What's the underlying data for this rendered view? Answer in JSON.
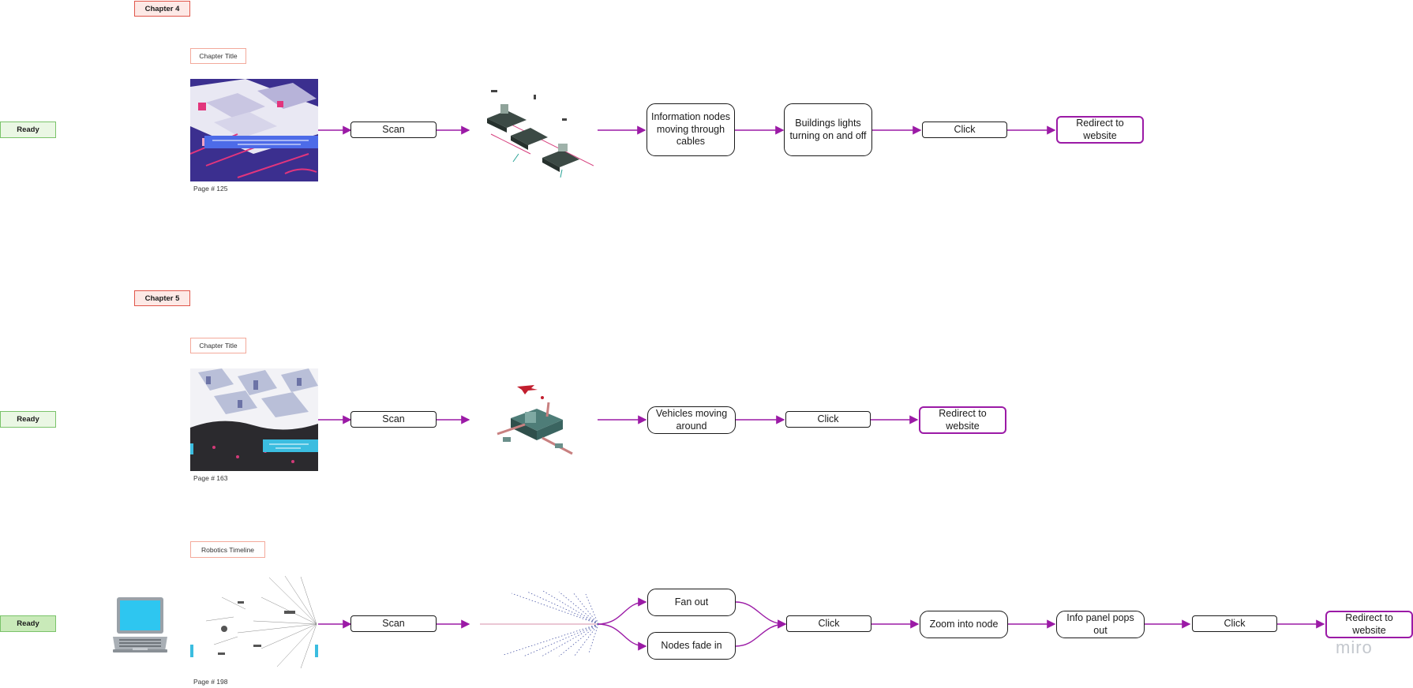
{
  "chapters": [
    {
      "badge": "Chapter 4",
      "title": "Chapter Title",
      "status": "Ready",
      "page": "Page # 125",
      "scan": "Scan",
      "steps": [
        "Information nodes moving through cables",
        "Buildings lights turning on and off",
        "Click"
      ],
      "redirect": "Redirect to website"
    },
    {
      "badge": "Chapter 5",
      "title": "Chapter Title",
      "status": "Ready",
      "page": "Page # 163",
      "scan": "Scan",
      "steps": [
        "Vehicles moving around",
        "Click"
      ],
      "redirect": "Redirect to website"
    }
  ],
  "timeline": {
    "title": "Robotics Timeline",
    "status": "Ready",
    "page": "Page # 198",
    "scan": "Scan",
    "branch": [
      "Fan out",
      "Nodes fade in"
    ],
    "steps": [
      "Click",
      "Zoom into node",
      "Info panel pops out",
      "Click"
    ],
    "redirect": "Redirect to website"
  },
  "watermark": "miro",
  "colors": {
    "arrow": "#9b1aa6",
    "chapter_border": "#e0564a",
    "ready_border": "#7ac36a",
    "illustration_purple": "#3b2f8f",
    "illustration_pink": "#e2357c"
  }
}
